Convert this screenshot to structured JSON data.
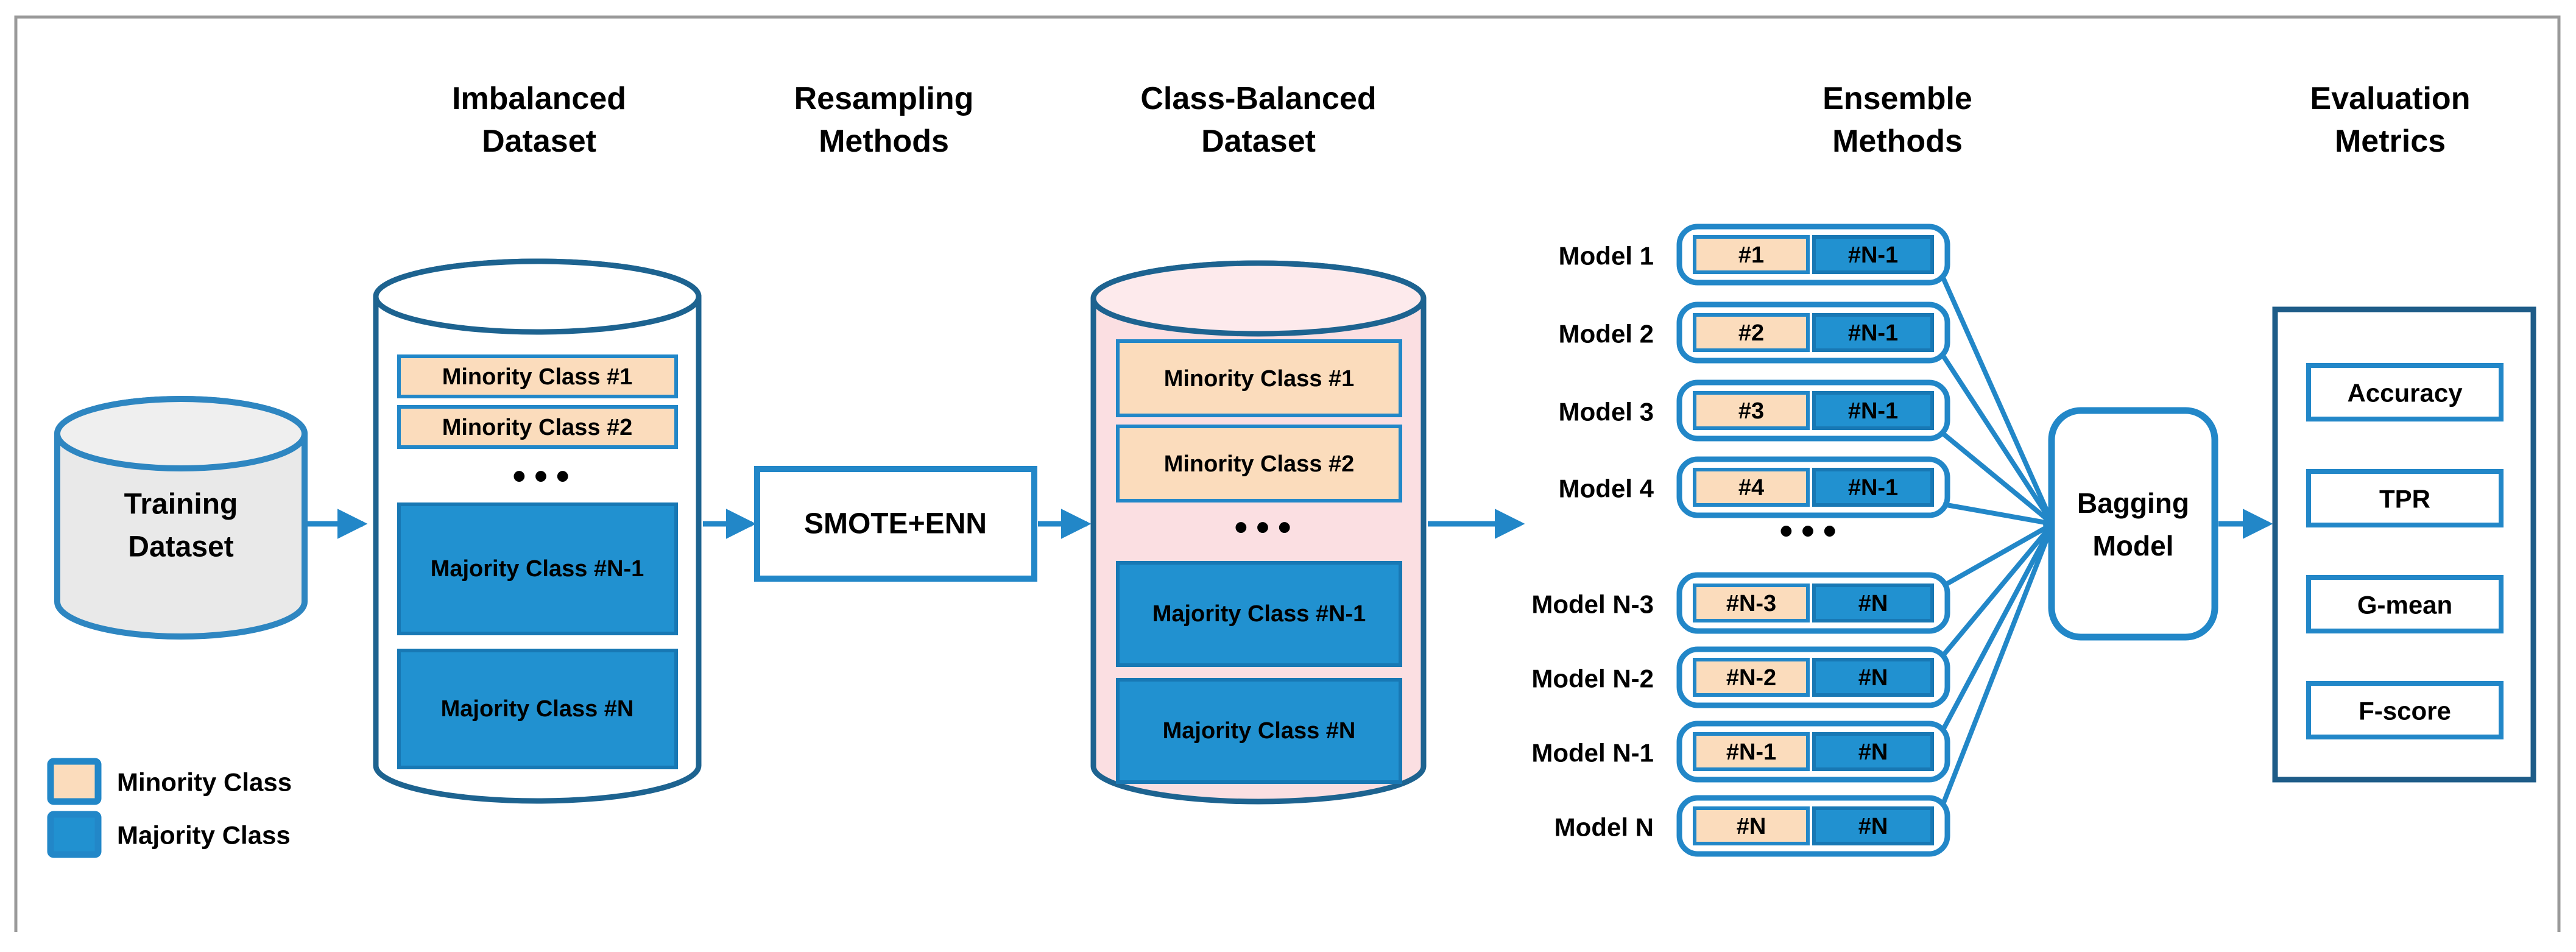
{
  "headers": {
    "imbalanced": [
      "Imbalanced",
      "Dataset"
    ],
    "resampling": [
      "Resampling",
      "Methods"
    ],
    "balanced": [
      "Class-Balanced",
      "Dataset"
    ],
    "ensemble": [
      "Ensemble",
      "Methods"
    ],
    "evaluation": [
      "Evaluation",
      "Metrics"
    ]
  },
  "training": {
    "label_lines": [
      "Training",
      "Dataset"
    ]
  },
  "imbalanced_dataset": {
    "minority": [
      "Minority Class #1",
      "Minority Class #2"
    ],
    "majority": [
      "Majority Class #N-1",
      "Majority Class #N"
    ],
    "ellipsis": "•••"
  },
  "resampling": {
    "method": "SMOTE+ENN"
  },
  "balanced_dataset": {
    "minority": [
      "Minority Class #1",
      "Minority Class #2"
    ],
    "majority": [
      "Majority Class #N-1",
      "Majority Class #N"
    ],
    "ellipsis": "•••"
  },
  "ensemble": {
    "models": [
      {
        "label": "Model 1",
        "minority": "#1",
        "majority": "#N-1"
      },
      {
        "label": "Model 2",
        "minority": "#2",
        "majority": "#N-1"
      },
      {
        "label": "Model 3",
        "minority": "#3",
        "majority": "#N-1"
      },
      {
        "label": "Model 4",
        "minority": "#4",
        "majority": "#N-1"
      },
      {
        "label": "Model N-3",
        "minority": "#N-3",
        "majority": "#N"
      },
      {
        "label": "Model N-2",
        "minority": "#N-2",
        "majority": "#N"
      },
      {
        "label": "Model N-1",
        "minority": "#N-1",
        "majority": "#N"
      },
      {
        "label": "Model N",
        "minority": "#N",
        "majority": "#N"
      }
    ],
    "ellipsis": "•••"
  },
  "bagging": {
    "label_lines": [
      "Bagging",
      "Model"
    ]
  },
  "evaluation": {
    "metrics": [
      "Accuracy",
      "TPR",
      "G-mean",
      "F-score"
    ]
  },
  "legend": {
    "items": [
      {
        "label": "Minority Class",
        "color": "#fbdcbc"
      },
      {
        "label": "Majority Class",
        "color": "#2191d0"
      }
    ]
  },
  "colors": {
    "accent_blue": "#2287c8",
    "majority_blue": "#2191d0",
    "minority_peach": "#fbdcbc",
    "balanced_pink": "#fbdfe2",
    "dataset_gray": "#e9e9e9",
    "cylinder_outline": "#1d6390",
    "eval_outline": "#1e5c88",
    "frame_gray": "#9a9a9a"
  }
}
